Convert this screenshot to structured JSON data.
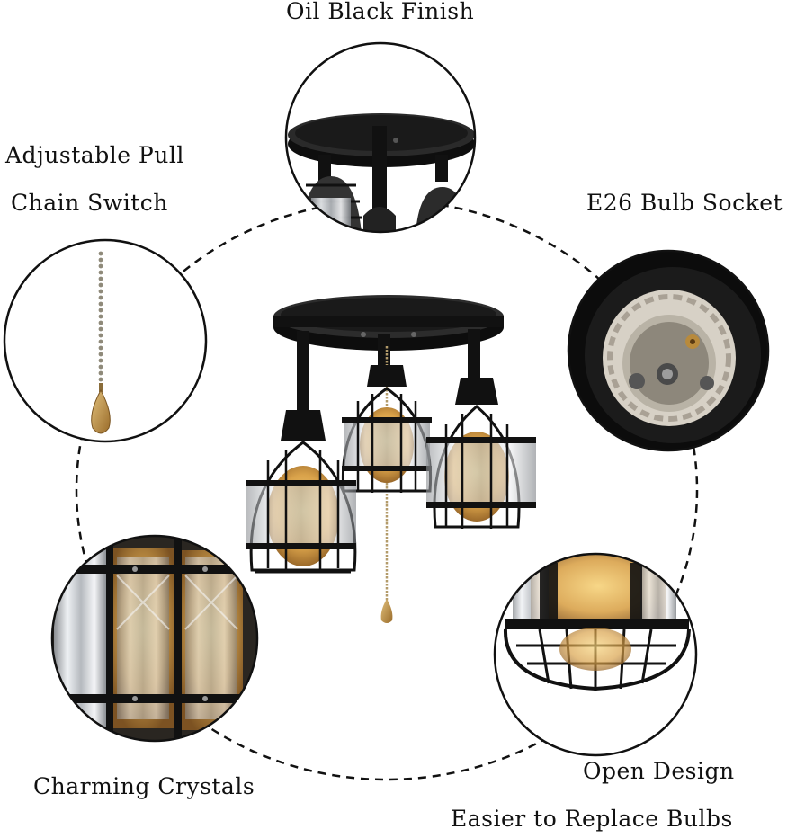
{
  "labels": {
    "top": "Oil Black Finish",
    "pull_chain_line1": "Adjustable Pull",
    "pull_chain_line2": "Chain Switch",
    "socket": "E26 Bulb Socket",
    "crystals": "Charming Crystals",
    "open_design": "Open Design",
    "replace_bulbs": "Easier to Replace Bulbs"
  },
  "colors": {
    "metal": "#141414",
    "brass": "#b08a4a",
    "bulb": "#d9a24a",
    "crystal": "#cfd3d8",
    "ceramic": "#d9d4cc",
    "dashed": "#111111"
  }
}
